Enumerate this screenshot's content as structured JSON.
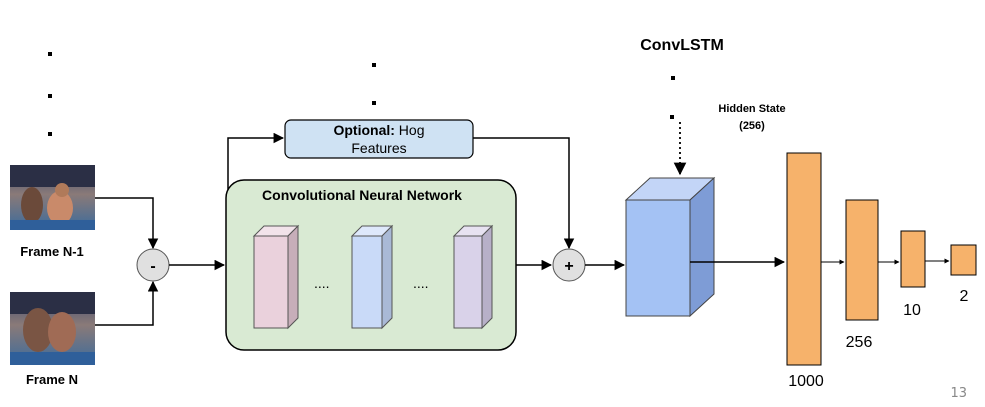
{
  "slide": {
    "page_number": "13"
  },
  "frames": [
    {
      "label": "Frame N-1"
    },
    {
      "label": "Frame N"
    }
  ],
  "subtract_op": "-",
  "add_op": "+",
  "hog_box": {
    "bold": "Optional:",
    "line1_rest": " Hog",
    "line2": "Features"
  },
  "cnn": {
    "title": "Convolutional Neural Network",
    "ellipsis": "...."
  },
  "convlstm": {
    "title": "ConvLSTM",
    "hidden_state_line1": "Hidden State",
    "hidden_state_line2": "(256)"
  },
  "dense_layers": [
    {
      "units": "1000"
    },
    {
      "units": "256"
    },
    {
      "units": "10"
    },
    {
      "units": "2"
    }
  ],
  "colors": {
    "pink_block": "#EAD1DC",
    "blue_block": "#C9DAF8",
    "purple_block": "#D9D2E9",
    "cnn_panel": "#D9EAD3",
    "hog_box": "#CFE2F3",
    "lstm_block": "#A4C2F4",
    "dense": "#F6B26B",
    "operator": "#E0E0E0"
  }
}
